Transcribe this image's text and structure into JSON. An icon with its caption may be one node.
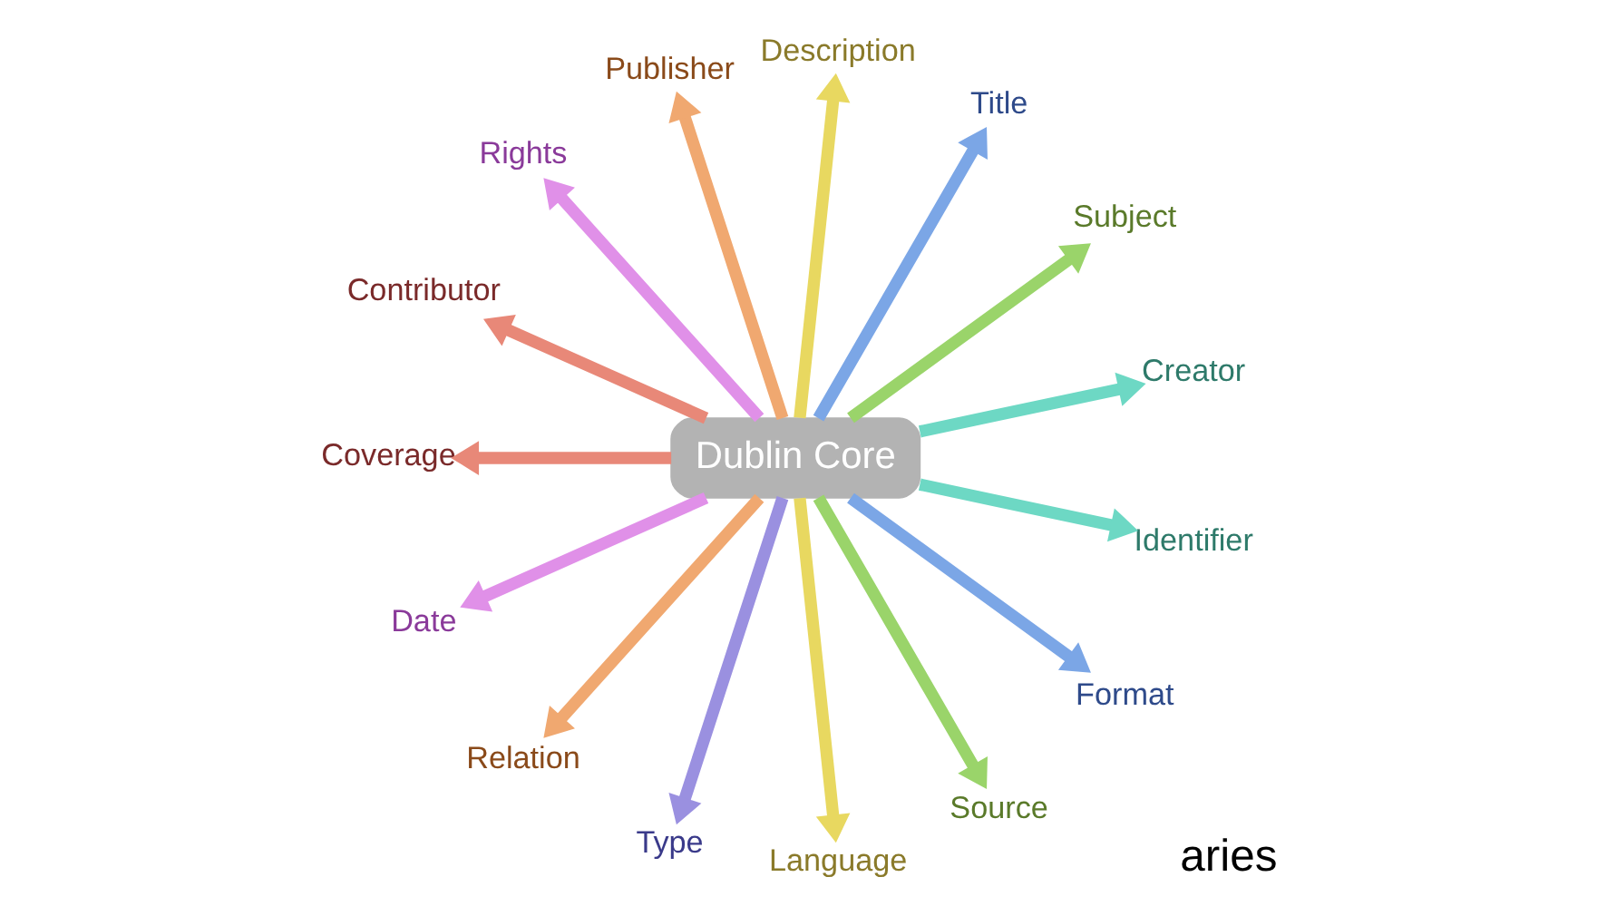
{
  "diagram": {
    "nodes": [
      {
        "text": [
          "Dublin Core"
        ]
      },
      {
        "text": [
          "Creator"
        ]
      },
      {
        "text": [
          "Subject"
        ]
      },
      {
        "text": [
          "Title"
        ]
      },
      {
        "text": [
          "Description"
        ]
      },
      {
        "text": [
          "Publisher"
        ]
      },
      {
        "text": [
          "Rights"
        ]
      },
      {
        "text": [
          "Contributor"
        ]
      },
      {
        "text": [
          "Coverage"
        ]
      },
      {
        "text": [
          "Date"
        ]
      },
      {
        "text": [
          "Relation"
        ]
      },
      {
        "text": [
          "Type"
        ]
      },
      {
        "text": [
          "Language"
        ]
      },
      {
        "text": [
          "Source"
        ]
      },
      {
        "text": [
          "Format"
        ]
      },
      {
        "text": [
          "Identifier"
        ]
      }
    ],
    "edges": [
      {
        "from": 0,
        "to": 1,
        "arrow": "to",
        "color": "#6dd8c4"
      },
      {
        "from": 0,
        "to": 2,
        "arrow": "to",
        "color": "#9ad46a"
      },
      {
        "from": 0,
        "to": 3,
        "arrow": "to",
        "color": "#7ba6e6"
      },
      {
        "from": 0,
        "to": 4,
        "arrow": "to",
        "color": "#e8d860"
      },
      {
        "from": 0,
        "to": 5,
        "arrow": "to",
        "color": "#f0a870"
      },
      {
        "from": 0,
        "to": 6,
        "arrow": "to",
        "color": "#e090e8"
      },
      {
        "from": 0,
        "to": 7,
        "arrow": "to",
        "color": "#e88878"
      },
      {
        "from": 0,
        "to": 8,
        "arrow": "to",
        "color": "#e88878"
      },
      {
        "from": 0,
        "to": 9,
        "arrow": "to",
        "color": "#e090e8"
      },
      {
        "from": 0,
        "to": 10,
        "arrow": "to",
        "color": "#f0a870"
      },
      {
        "from": 0,
        "to": 11,
        "arrow": "to",
        "color": "#9a90e0"
      },
      {
        "from": 0,
        "to": 12,
        "arrow": "to",
        "color": "#e8d860"
      },
      {
        "from": 0,
        "to": 13,
        "arrow": "to",
        "color": "#9ad46a"
      },
      {
        "from": 0,
        "to": 14,
        "arrow": "to",
        "color": "#7ba6e6"
      },
      {
        "from": 0,
        "to": 15,
        "arrow": "to",
        "color": "#6dd8c4"
      }
    ],
    "labels": [
      "aries"
    ]
  }
}
